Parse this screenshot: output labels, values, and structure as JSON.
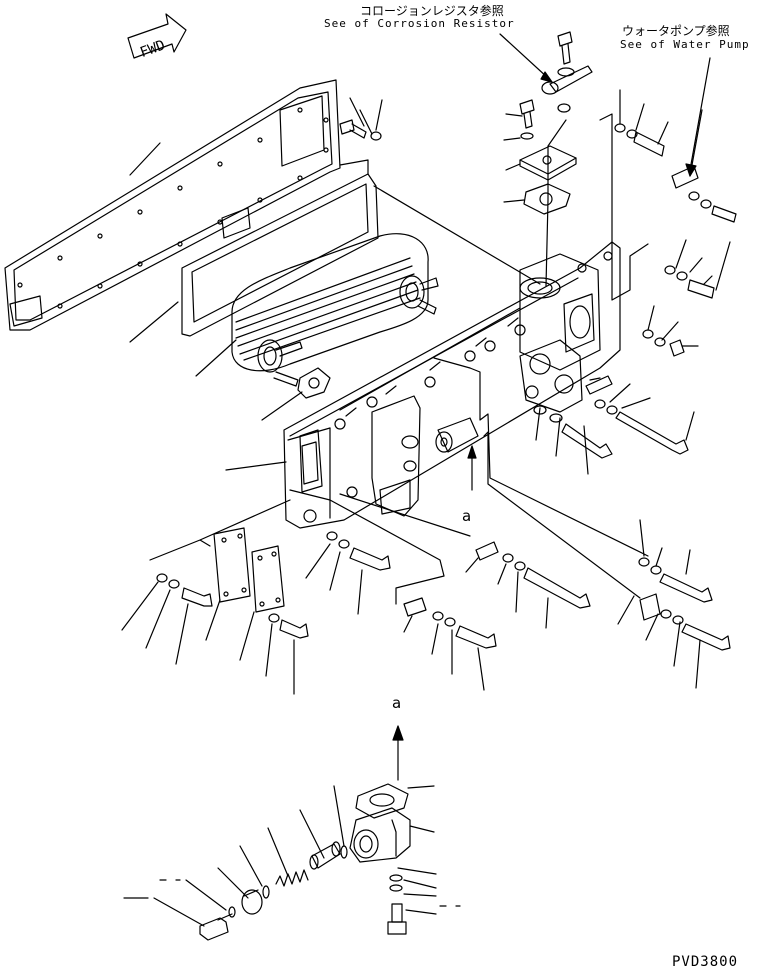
{
  "fwd_label": "FWD",
  "callouts": {
    "corrosion_resistor_jp": "コロージョンレジスタ参照",
    "corrosion_resistor_en": "See of Corrosion Resistor",
    "water_pump_jp": "ウォータポンプ参照",
    "water_pump_en": "See of Water Pump"
  },
  "view_letter_main": "a",
  "view_letter_detail": "a",
  "drawing_code": "PVD3800"
}
